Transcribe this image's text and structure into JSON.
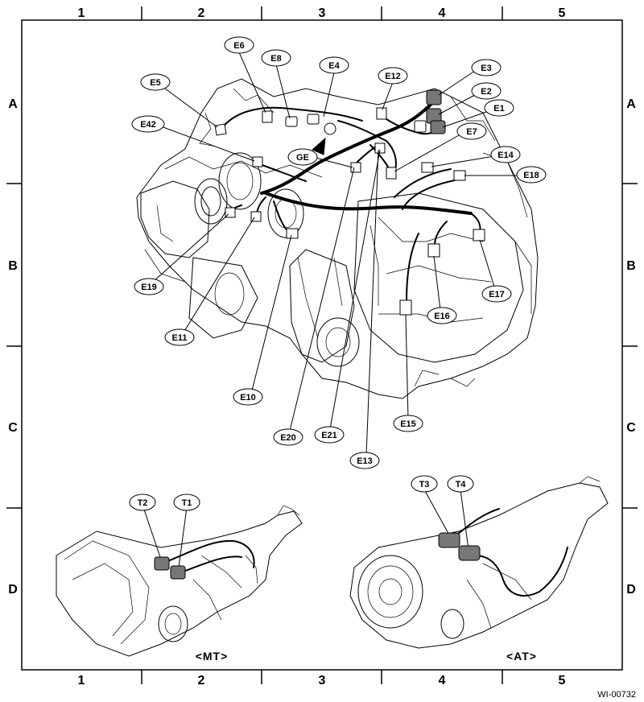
{
  "grid": {
    "columns": [
      "1",
      "2",
      "3",
      "4",
      "5"
    ],
    "rows": [
      "A",
      "B",
      "C",
      "D"
    ]
  },
  "connectors": [
    "E6",
    "E8",
    "E4",
    "E12",
    "E3",
    "E2",
    "E1",
    "E5",
    "E42",
    "E7",
    "GE",
    "E14",
    "E18",
    "E19",
    "E11",
    "E10",
    "E20",
    "E21",
    "E13",
    "E15",
    "E16",
    "E17",
    "T2",
    "T1",
    "T3",
    "T4"
  ],
  "captions": {
    "mt": "<MT>",
    "at": "<AT>"
  },
  "figure_code": "WI-00732"
}
